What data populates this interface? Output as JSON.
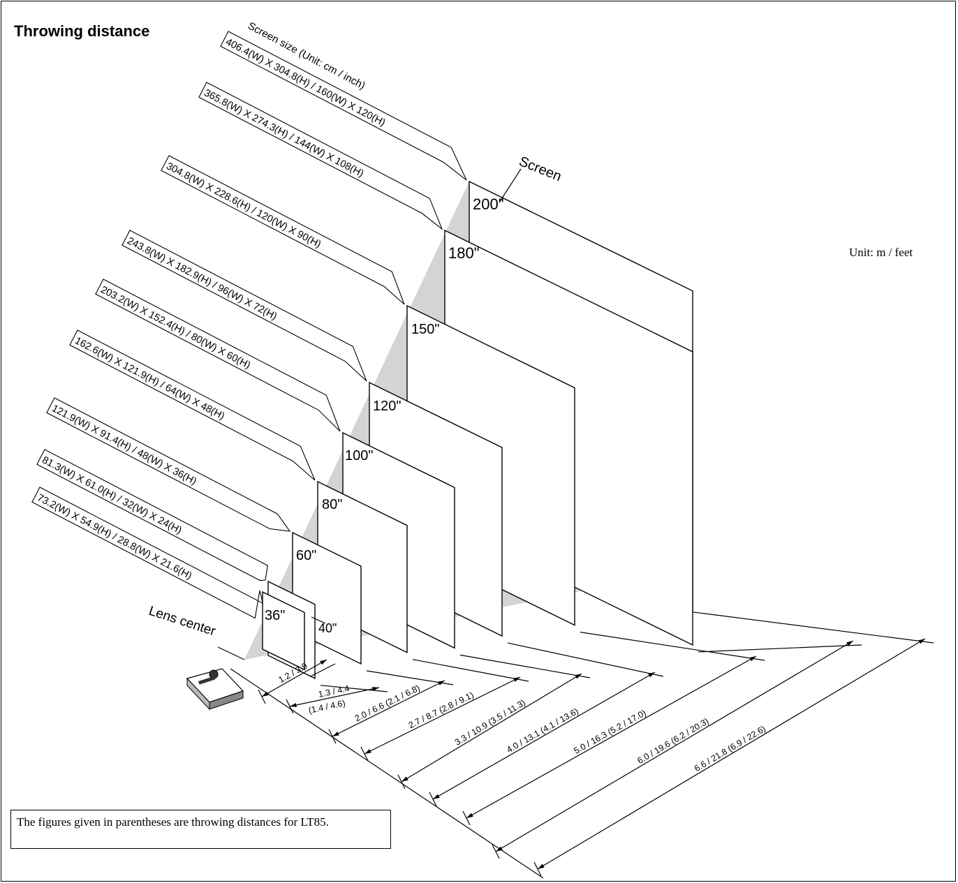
{
  "title": "Throwing distance",
  "unit_label": "Unit: m / feet",
  "note": "The figures given in parentheses are throwing distances for LT85.",
  "screen_label": "Screen",
  "lens_label": "Lens center",
  "size_header": "Screen size (Unit: cm / inch)",
  "screens": [
    {
      "label": "200\"",
      "size": "406.4(W) X 304.8(H) / 160(W) X 120(H)",
      "distance": "6.6 / 21.8 (6.9 / 22.6)"
    },
    {
      "label": "180\"",
      "size": "365.8(W) X 274.3(H) / 144(W) X 108(H)",
      "distance": "6.0 / 19.6 (6.2 / 20.3)"
    },
    {
      "label": "150\"",
      "size": "304.8(W) X 228.6(H) / 120(W) X 90(H)",
      "distance": "5.0 / 16.3 (5.2 / 17.0)"
    },
    {
      "label": "120\"",
      "size": "243.8(W) X 182.9(H) / 96(W) X 72(H)",
      "distance": "4.0 / 13.1 (4.1 / 13.6)"
    },
    {
      "label": "100\"",
      "size": "203.2(W) X 152.4(H) / 80(W) X 60(H)",
      "distance": "3.3 / 10.9 (3.5 / 11.3)"
    },
    {
      "label": "80\"",
      "size": "162.6(W) X 121.9(H) / 64(W) X 48(H)",
      "distance": "2.7 / 8.7 (2.8 / 9.1)"
    },
    {
      "label": "60\"",
      "size": "121.9(W) X 91.4(H) / 48(W) X 36(H)",
      "distance": "2.0 / 6.6 (2.1 / 6.8)"
    },
    {
      "label": "40\"",
      "size": "81.3(W) X 61.0(H) / 32(W) X 24(H)",
      "distance": "1.3 / 4.4",
      "distance_alt": "(1.4 / 4.6)"
    },
    {
      "label": "36\"",
      "size": "73.2(W) X 54.9(H) / 28.8(W) X 21.6(H)",
      "distance": "1.2 / 3.9"
    }
  ]
}
